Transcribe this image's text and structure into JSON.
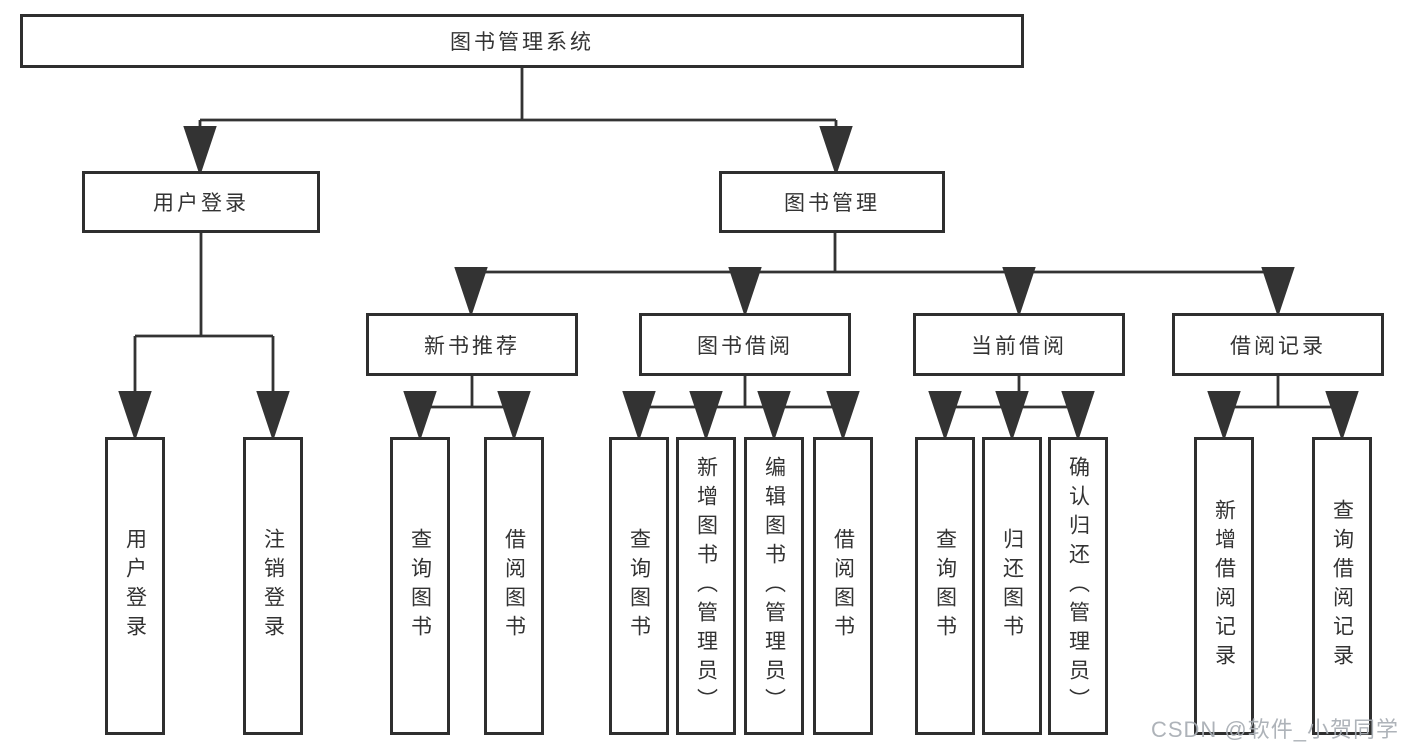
{
  "diagram": {
    "title": "图书管理系统",
    "level2": [
      "用户登录",
      "图书管理"
    ],
    "level3": [
      "新书推荐",
      "图书借阅",
      "当前借阅",
      "借阅记录"
    ],
    "leaves": {
      "user": [
        "用户登录",
        "注销登录"
      ],
      "new_books": [
        "查询图书",
        "借阅图书"
      ],
      "borrowing": [
        "查询图书",
        "新增图书（管理员）",
        "编辑图书（管理员）",
        "借阅图书"
      ],
      "current": [
        "查询图书",
        "归还图书",
        "确认归还（管理员）"
      ],
      "records": [
        "新增借阅记录",
        "查询借阅记录"
      ]
    },
    "watermark": "CSDN @软件_小贺同学",
    "colors": {
      "line": "#333333",
      "box_border": "#2f2f2f",
      "text": "#333333",
      "watermark": "#a7acb3",
      "background": "#ffffff"
    }
  }
}
